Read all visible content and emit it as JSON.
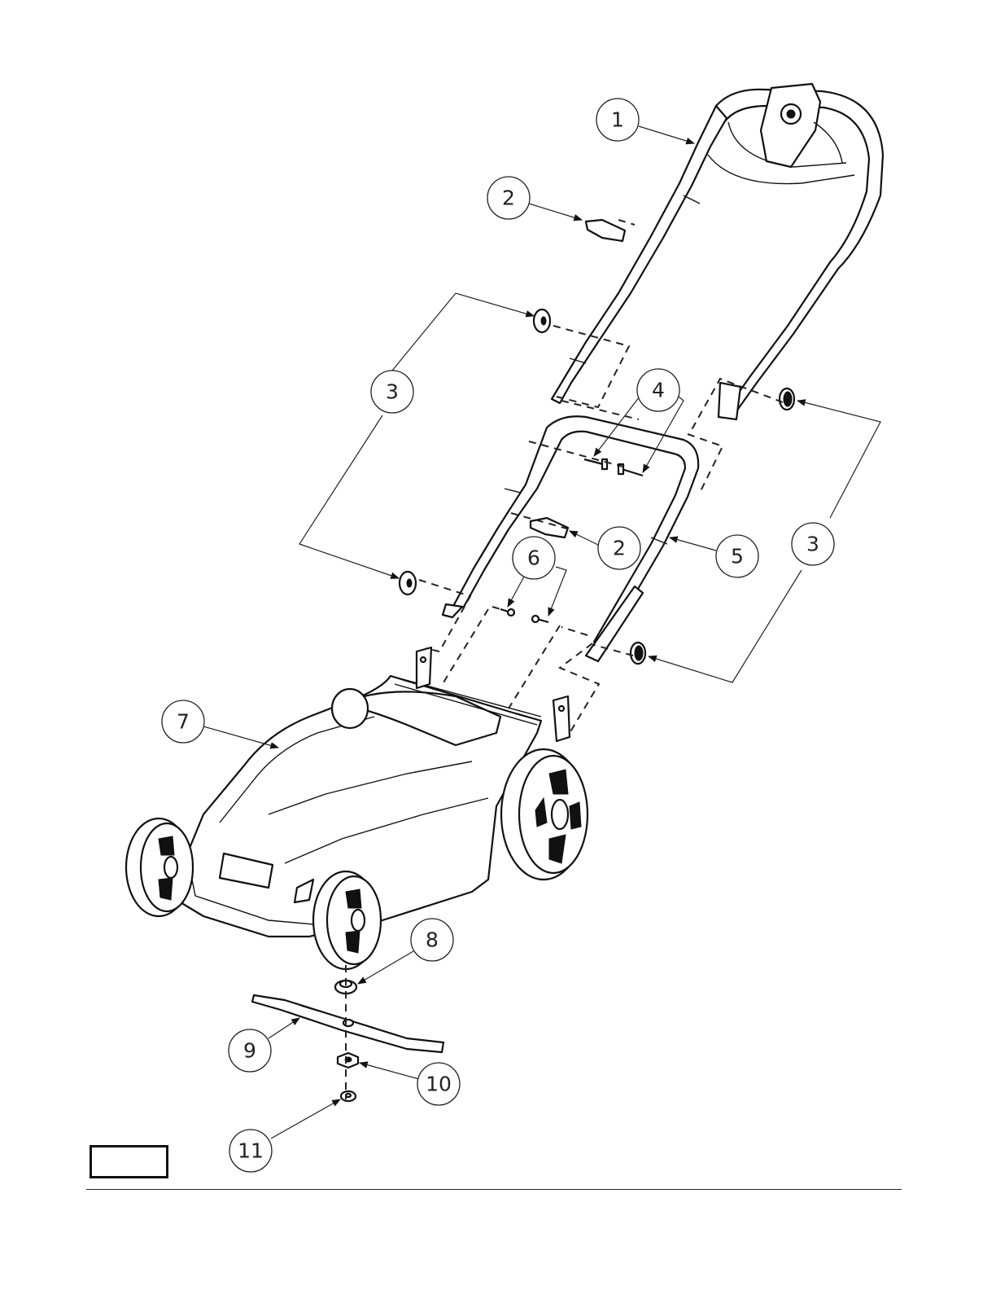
{
  "callouts": [
    {
      "label": "1"
    },
    {
      "label": "2"
    },
    {
      "label": "3"
    },
    {
      "label": "4"
    },
    {
      "label": "2"
    },
    {
      "label": "5"
    },
    {
      "label": "3"
    },
    {
      "label": "6"
    },
    {
      "label": "7"
    },
    {
      "label": "8"
    },
    {
      "label": "9"
    },
    {
      "label": "10"
    },
    {
      "label": "11"
    }
  ]
}
